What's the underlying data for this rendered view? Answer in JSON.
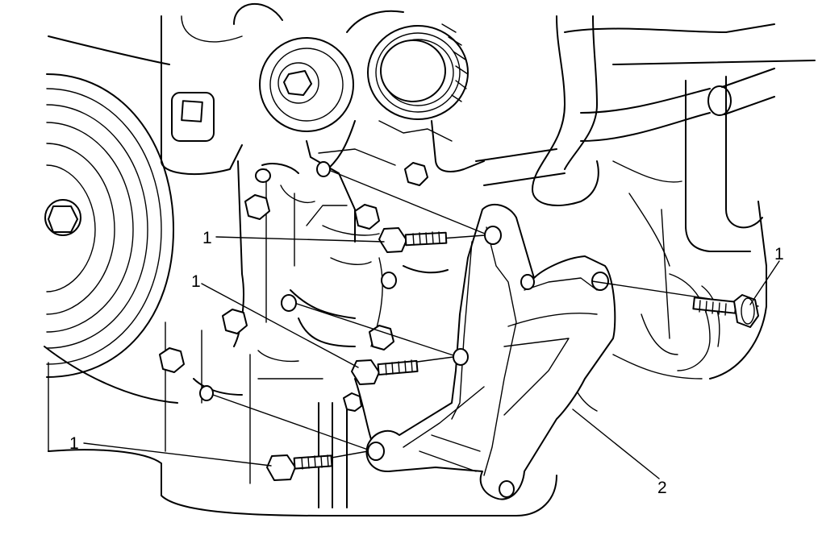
{
  "callouts": [
    {
      "id": "bolt-upper-left",
      "label": "1"
    },
    {
      "id": "bolt-middle-left",
      "label": "1"
    },
    {
      "id": "bolt-lower-left",
      "label": "1"
    },
    {
      "id": "bolt-right",
      "label": "1"
    },
    {
      "id": "bracket",
      "label": "2"
    }
  ],
  "colors": {
    "line": "#000000",
    "background": "#ffffff"
  }
}
